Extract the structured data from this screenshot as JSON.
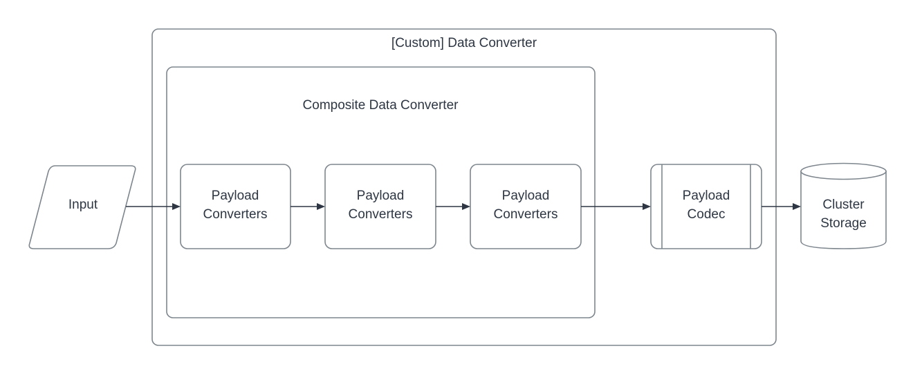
{
  "diagram": {
    "type": "flow-diagram",
    "background_color": "#ffffff",
    "stroke_color": "#7d858d",
    "text_color": "#2d3642",
    "arrow_color": "#2d3642",
    "containers": [
      {
        "id": "custom-data-converter",
        "title": "[Custom] Data Converter",
        "shape": "rounded-rectangle"
      },
      {
        "id": "composite-data-converter",
        "title": "Composite Data Converter",
        "shape": "rounded-rectangle"
      }
    ],
    "nodes": [
      {
        "id": "input",
        "label": "Input",
        "shape": "parallelogram"
      },
      {
        "id": "payload-converters-1",
        "label_line1": "Payload",
        "label_line2": "Converters",
        "shape": "rounded-rectangle"
      },
      {
        "id": "payload-converters-2",
        "label_line1": "Payload",
        "label_line2": "Converters",
        "shape": "rounded-rectangle"
      },
      {
        "id": "payload-converters-3",
        "label_line1": "Payload",
        "label_line2": "Converters",
        "shape": "rounded-rectangle"
      },
      {
        "id": "payload-codec",
        "label_line1": "Payload",
        "label_line2": "Codec",
        "shape": "process"
      },
      {
        "id": "cluster-storage",
        "label_line1": "Cluster",
        "label_line2": "Storage",
        "shape": "cylinder"
      }
    ],
    "edges": [
      {
        "from": "input",
        "to": "payload-converters-1",
        "style": "arrow"
      },
      {
        "from": "payload-converters-1",
        "to": "payload-converters-2",
        "style": "arrow"
      },
      {
        "from": "payload-converters-2",
        "to": "payload-converters-3",
        "style": "arrow"
      },
      {
        "from": "payload-converters-3",
        "to": "payload-codec",
        "style": "arrow"
      },
      {
        "from": "payload-codec",
        "to": "cluster-storage",
        "style": "arrow"
      }
    ]
  }
}
